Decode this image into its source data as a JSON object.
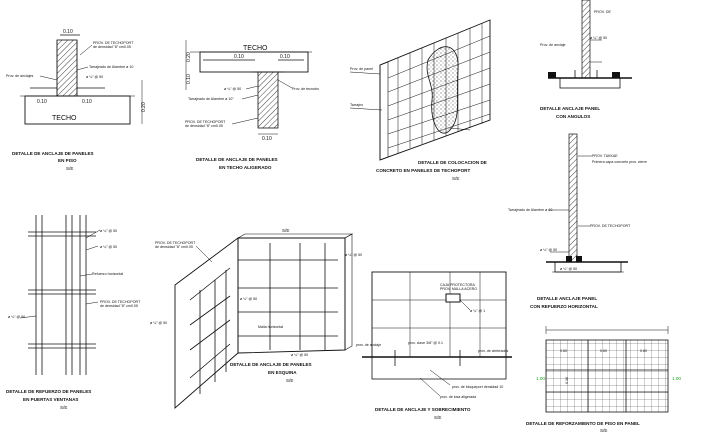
{
  "colors": {
    "ink": "#111111",
    "accent_green": "#1aa01a",
    "paper": "#ffffff"
  },
  "detail_piso": {
    "title_1": "DETALLE DE ANCLAJE DE PANELES",
    "title_2": "EN PISO",
    "scale": "S/E",
    "dim_top": "0.10",
    "dim_left": "0.10",
    "dim_right": "0.10",
    "dim_side": "0.20",
    "label_techo": "TECHO",
    "note_prov": "PROV. DE TECHOPORT",
    "note_density": "de densidad \"8\" cm0.05",
    "note_tarrajeo": "Tarrajeado de Alambre ø 10",
    "note_anclaje": "Prov. de anclajes",
    "note_bar": "ø ¼\" @ 50"
  },
  "detail_techo": {
    "title_1": "DETALLE DE ANCLAJE DE PANELES",
    "title_2": "EN TECHO ALIGERADO",
    "label_techo": "TECHO",
    "dim_left": "0.10",
    "dim_right": "0.10",
    "dim_side_1": "0.20",
    "dim_side_2": "0.10",
    "dim_bottom": "0.10",
    "note_bar": "ø ¼\" @ 50",
    "note_tarrajeo": "Tarrajeado de Alambre ø 10\"",
    "note_prov": "Prov. de tecnobo",
    "note_techoport": "PROV. DE TECHOPORT",
    "note_density": "de densidad \"8\" cm0.05"
  },
  "detail_colocacion": {
    "title_1": "DETALLE DE COLOCACION DE",
    "title_2": "CONCRETO EN PANELES DE TECHOPORT",
    "scale": "S/E",
    "note_a": "Prov. de panel",
    "note_b": "Tarrajeo"
  },
  "detail_angulos": {
    "title_1": "DETALLE ANCLAJE PANEL",
    "title_2": "CON ANGULOS",
    "note_a": "PROV. DE",
    "note_b": "ø ¼\" @ 50",
    "note_c": "Prov. de anclaje"
  },
  "detail_horizontal": {
    "title_1": "DETALLE ANCLAJE PANEL",
    "title_2": "CON REFUERZO HORIZONTAL",
    "note_prov": "PROV. TAKKAE",
    "note_prov_2": "Primera capa concreto prov. cierre",
    "note_tarrajeo": "Tarrajeado de Alambre ø 10",
    "note_techoport": "PROV. DE TECHOPORT",
    "note_bar_1": "ø ¼\" @ 50",
    "note_bar_2": "ø ¼\" @ 50"
  },
  "detail_ventanas": {
    "title_1": "DETALLE DE REFUERZO DE PANELES",
    "title_2": "EN PUERTAS VENTANAS",
    "scale": "S/E",
    "note_bar_1": "ø ¼\" @ 50",
    "note_bar_2": "ø ¼\" @ 50",
    "note_bar_3": "ø ¼\" @ 50",
    "note_refuerzo": "Refuerzo horizontal",
    "note_prov": "PROV. DE TECHOPORT",
    "note_density": "de densidad \"8\" cm0.05"
  },
  "detail_esquina": {
    "title_1": "DETALLE DE ANCLAJE DE PANELES",
    "title_2": "EN ESQUINA",
    "scale": "S/E",
    "note_se": "S/E",
    "note_prov": "PROV. DE TECHOPORT",
    "note_density": "de densidad \"8\" cm0.05",
    "note_bar_1": "ø ¼\" @ 50",
    "note_bar_2": "ø ¼\" @ 50",
    "note_bar_3": "ø ¼\" @ 50",
    "note_bar_4": "ø ¼\" @ 50",
    "note_refuerzo": "Malla horizontal"
  },
  "detail_sobrecimiento": {
    "title_1": "DETALLE DE ANCLAJE Y SOBRECIMIENTO",
    "scale": "S/E",
    "note_top_1": "CAJA PROTECTORA",
    "note_top_2": "PROV. MALLA ACERO",
    "note_bar": "ø ¼\" @ 1",
    "note_anclaje": "prov. de anclaje",
    "note_prov_sobre": "prov. clave 3/8\" @ 0.1",
    "note_prov_cimbrado": "prov. de cimbrados",
    "note_bloque": "prov. de bloqueport densidad 10",
    "note_losa": "prov. de losa aligerada"
  },
  "detail_grid": {
    "title_1": "DETALLE DE REFORZAMIENTO DE PISO EN PANEL",
    "scale": "S/E",
    "dim_1": "0.60",
    "dim_2": "0.60",
    "dim_3": "0.60",
    "dim_side": "0.30",
    "green_label_1": "1.00",
    "green_label_2": "1.00"
  }
}
